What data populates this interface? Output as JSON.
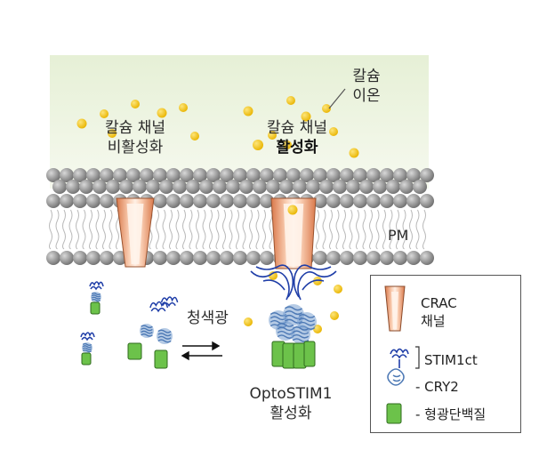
{
  "labels": {
    "ion_line1": "칼슘",
    "ion_line2": "이온",
    "inactive_line1": "칼슘 채널",
    "inactive_line2": "비활성화",
    "active_line1": "칼슘 채널",
    "active_line2": "활성화",
    "pm": "PM",
    "blue_light": "청색광",
    "opto_line1": "OptoSTIM1",
    "opto_line2": "활성화"
  },
  "legend": {
    "crac_line1": "CRAC",
    "crac_line2": "채널",
    "stim": "STIM1ct",
    "cry2": "- CRY2",
    "fp": "- 형광단백질"
  },
  "colors": {
    "bg_top": "#eaf2dc",
    "lipid": "#8d8d8d",
    "channel": "#eb9c70",
    "calcium": "#f2c21a",
    "stim_blue": "#1f3ea8",
    "cry2_blue": "#4d79b5",
    "fp_green": "#6cc24a"
  }
}
